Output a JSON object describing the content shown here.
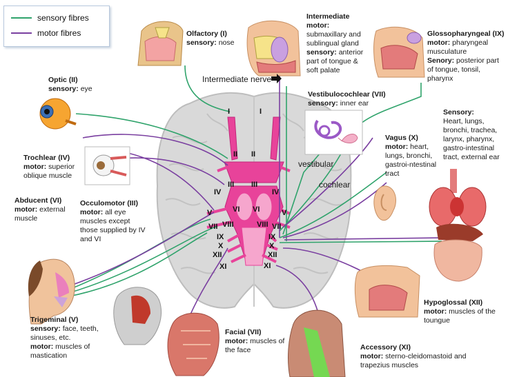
{
  "legend": {
    "sensory": "sensory fibres",
    "motor": "motor fibres"
  },
  "colors": {
    "sensory": "#2fa36b",
    "motor": "#7a3fa0",
    "nerve": "#e8439a"
  },
  "nerves": {
    "olfactory": {
      "title": "Olfactory (I)",
      "label1": "sensory:",
      "text1": "nose"
    },
    "optic": {
      "title": "Optic (II)",
      "label1": "sensory:",
      "text1": "eye"
    },
    "trochlear": {
      "title": "Trochlear (IV)",
      "label1": "motor:",
      "text1": "superior oblique muscle"
    },
    "abducent": {
      "title": "Abducent (VI)",
      "label1": "motor:",
      "text1": "external muscle"
    },
    "oculomotor": {
      "title": "Occulomotor (III)",
      "label1": "motor:",
      "text1": "all eye muscles except those supplied by IV and VI"
    },
    "trigeminal": {
      "title": "Trigeminal (V)",
      "label1": "sensory:",
      "text1": "face, teeth, sinuses, etc.",
      "label2": "motor:",
      "text2": "muscles of mastication"
    },
    "facial": {
      "title": "Facial (VII)",
      "label1": "motor:",
      "text1": "muscles of the face"
    },
    "accessory": {
      "title": "Accessory (XI)",
      "label1": "motor:",
      "text1": "sterno-cleidomastoid and trapezius muscles"
    },
    "hypoglossal": {
      "title": "Hypoglossal (XII)",
      "label1": "motor:",
      "text1": "muscles of the toungue"
    },
    "intermediate": {
      "title": "Intermediate motor:",
      "text1": "submaxillary and sublingual gland",
      "label2": "sensory:",
      "text2": "anterior part of tongue & soft palate"
    },
    "vestibulocochlear": {
      "title": "Vestibulocochlear (VII)",
      "label1": "sensory:",
      "text1": "inner ear"
    },
    "glossopharyngeal": {
      "title": "Glossopharyngeal (IX)",
      "label1": "motor:",
      "text1": "pharyngeal musculature",
      "label2": "Senory:",
      "text2": "posterior part of tongue, tonsil, pharynx"
    },
    "vagus": {
      "title": "Vagus (X)",
      "label1": "motor:",
      "text1": "heart, lungs, bronchi, gastroi-ntestinal tract"
    },
    "vagus_sensory": {
      "title": "Sensory:",
      "text1": "Heart, lungs, bronchi, trachea, larynx, pharynx, gastro-intestinal tract, external ear"
    }
  },
  "inline_labels": {
    "intermediate_nerve": "Intermediate nerve",
    "vestibular": "vestibular",
    "cochlear": "cochlear"
  },
  "roman": {
    "I": "I",
    "II": "II",
    "III": "III",
    "IV": "IV",
    "V": "V",
    "VI": "VI",
    "VII": "VII",
    "VIII": "VIII",
    "IX": "IX",
    "X": "X",
    "XI": "XI",
    "XII": "XII"
  },
  "arrow_icon": "arrow-right-icon"
}
